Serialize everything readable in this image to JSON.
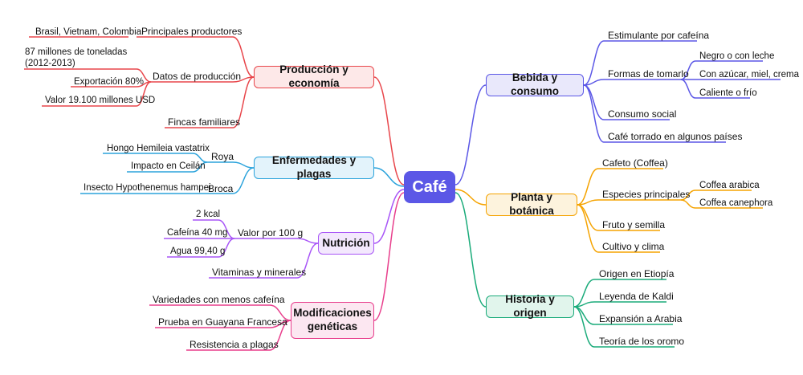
{
  "center": {
    "label": "Café",
    "color": "#5b57e6"
  },
  "branches": {
    "produccion": {
      "label": "Producción y economía",
      "color": "#e8464b",
      "fill": "#fde8e8",
      "principales": "Principales productores",
      "paises": "Brasil, Vietnam, Colombia",
      "datos": "Datos de producción",
      "toneladas": "87 millones de toneladas (2012-2013)",
      "exportacion": "Exportación 80%",
      "valor": "Valor 19.100 millones USD",
      "fincas": "Fincas familiares"
    },
    "enfermedades": {
      "label": "Enfermedades y plagas",
      "color": "#2ba3dc",
      "fill": "#e3f3fb",
      "roya": "Roya",
      "hongo": "Hongo Hemileia vastatrix",
      "ceilan": "Impacto en Ceilán",
      "broca": "Broca",
      "insecto": "Insecto Hypothenemus hampei"
    },
    "nutricion": {
      "label": "Nutrición",
      "color": "#a855f7",
      "fill": "#f3e8fd",
      "valor100": "Valor por 100 g",
      "kcal": "2 kcal",
      "cafeina": "Cafeína 40 mg",
      "agua": "Agua 99,40 g",
      "vitaminas": "Vitaminas y minerales"
    },
    "modificaciones": {
      "label": "Modificaciones genéticas",
      "color": "#e83e8c",
      "fill": "#fce7f1",
      "variedades": "Variedades con menos cafeína",
      "prueba": "Prueba en Guayana Francesa",
      "resistencia": "Resistencia a plagas"
    },
    "bebida": {
      "label": "Bebida y consumo",
      "color": "#5b57e6",
      "fill": "#e9e8fb",
      "estimulante": "Estimulante por cafeína",
      "formas": "Formas de tomarlo",
      "negro": "Negro o con leche",
      "azucar": "Con azúcar, miel, crema",
      "caliente": "Caliente o frío",
      "social": "Consumo social",
      "torrado": "Café torrado en algunos países"
    },
    "planta": {
      "label": "Planta y botánica",
      "color": "#f5a300",
      "fill": "#fdf3dd",
      "cafeto": "Cafeto (Coffea)",
      "especies": "Especies principales",
      "arabica": "Coffea arabica",
      "canephora": "Coffea canephora",
      "fruto": "Fruto y semilla",
      "cultivo": "Cultivo y clima"
    },
    "historia": {
      "label": "Historia y origen",
      "color": "#1aab7a",
      "fill": "#e1f5ec",
      "etiopia": "Origen en Etiopía",
      "kaldi": "Leyenda de Kaldi",
      "arabia": "Expansión a Arabia",
      "oromo": "Teoría de los oromo"
    }
  }
}
